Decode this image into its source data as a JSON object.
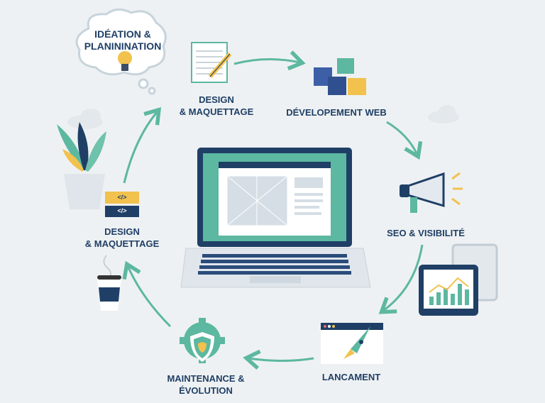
{
  "steps": {
    "ideation": {
      "line1": "IDÉATION &",
      "line2": "PLANININATION"
    },
    "design_top": {
      "line1": "DESIGN",
      "line2": "& MAQUETTAGE"
    },
    "dev": {
      "label": "DÉVELOPEMENT WEB"
    },
    "seo": {
      "label": "SEO & VISIBILITÉ"
    },
    "launch": {
      "label": "LANCAMENT"
    },
    "maintenance": {
      "line1": "MAINTENANCE &",
      "line2": "ÉVOLUTION"
    },
    "design_left": {
      "line1": "DESIGN",
      "line2": "& MAQUETTAGE"
    }
  },
  "code_tag": "</>",
  "colors": {
    "navy": "#1f3f66",
    "teal": "#5cb8a0",
    "yellow": "#f2c14e",
    "bg": "#eef1f3"
  }
}
